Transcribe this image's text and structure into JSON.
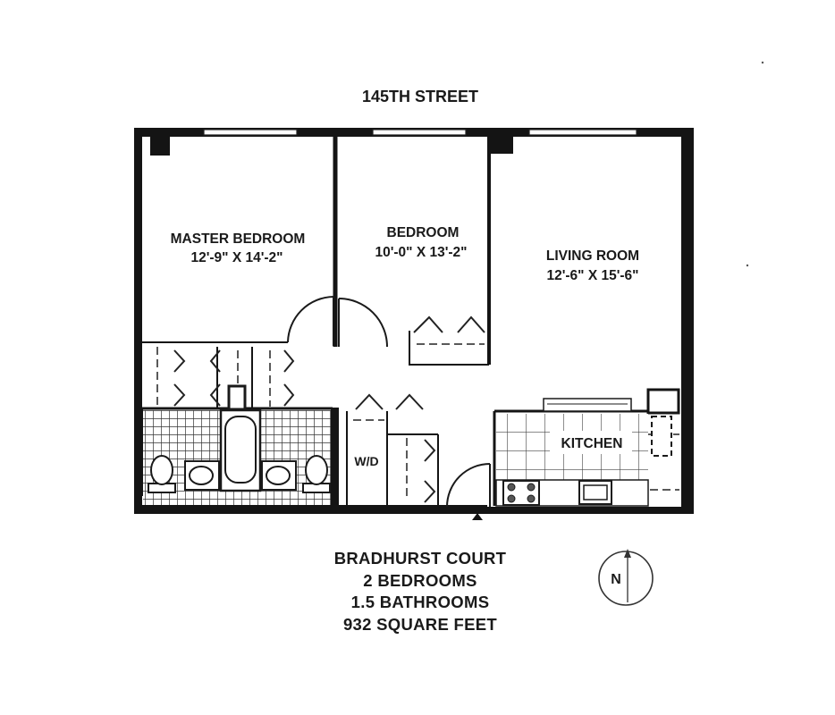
{
  "street": "145TH STREET",
  "rooms": {
    "master_bedroom": {
      "name": "MASTER BEDROOM",
      "dims": "12'-9\" X 14'-2\""
    },
    "bedroom": {
      "name": "BEDROOM",
      "dims": "10'-0\" X 13'-2\""
    },
    "living_room": {
      "name": "LIVING ROOM",
      "dims": "12'-6\" X 15'-6\""
    },
    "kitchen": {
      "name": "KITCHEN"
    },
    "washer_dryer": {
      "name": "W/D"
    }
  },
  "summary": {
    "building": "BRADHURST COURT",
    "bedrooms": "2 BEDROOMS",
    "bathrooms": "1.5 BATHROOMS",
    "area": "932 SQUARE FEET"
  },
  "compass": {
    "label": "N"
  }
}
